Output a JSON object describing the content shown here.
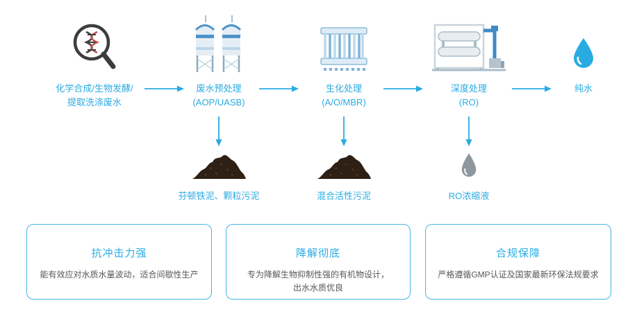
{
  "accent_color": "#29abe2",
  "flow": {
    "stages": [
      {
        "label": "化学合成/生物发酵/\n提取洗涤废水",
        "icon": "dna-magnifier-icon"
      },
      {
        "label": "废水预处理\n(AOP/UASB)",
        "icon": "silo-tanks-icon"
      },
      {
        "label": "生化处理\n(A/O/MBR)",
        "icon": "membrane-module-icon"
      },
      {
        "label": "深度处理\n(RO)",
        "icon": "ro-system-icon"
      },
      {
        "label": "纯水",
        "icon": "water-drop-icon"
      }
    ],
    "byproducts": [
      {
        "label": "芬顿铁泥、颗粒污泥",
        "icon": "sludge-pile-icon"
      },
      {
        "label": "混合活性污泥",
        "icon": "sludge-pile-icon"
      },
      {
        "label": "RO浓缩液",
        "icon": "concentrate-drop-icon"
      }
    ]
  },
  "cards": [
    {
      "title": "抗冲击力强",
      "body": "能有效应对水质水量波动，适合间歇性生产"
    },
    {
      "title": "降解彻底",
      "body": "专为降解生物抑制性强的有机物设计，\n出水水质优良"
    },
    {
      "title": "合规保障",
      "body": "严格遵循GMP认证及国家最新环保法规要求"
    }
  ]
}
